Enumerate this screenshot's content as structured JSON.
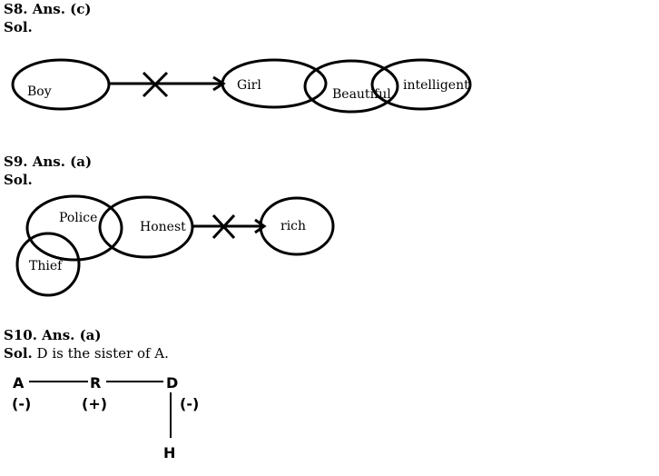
{
  "s8": {
    "heading": "S8. Ans. (c)",
    "sol": "Sol.",
    "nodes": {
      "boy": "Boy",
      "girl": "Girl",
      "beautiful": "Beautiful",
      "intelligent": "intelligent"
    }
  },
  "s9": {
    "heading": "S9. Ans. (a)",
    "sol": "Sol.",
    "nodes": {
      "police": "Police",
      "honest": "Honest",
      "thief": "Thief",
      "rich": "rich"
    }
  },
  "s10": {
    "heading": "S10. Ans. (a)",
    "sol": "Sol.",
    "sol_text": " D is the sister of A.",
    "family": {
      "a": "A",
      "a_sign": "(-)",
      "r": "R",
      "r_sign": "(+)",
      "d": "D",
      "d_sign": "(-)",
      "h": "H"
    }
  }
}
